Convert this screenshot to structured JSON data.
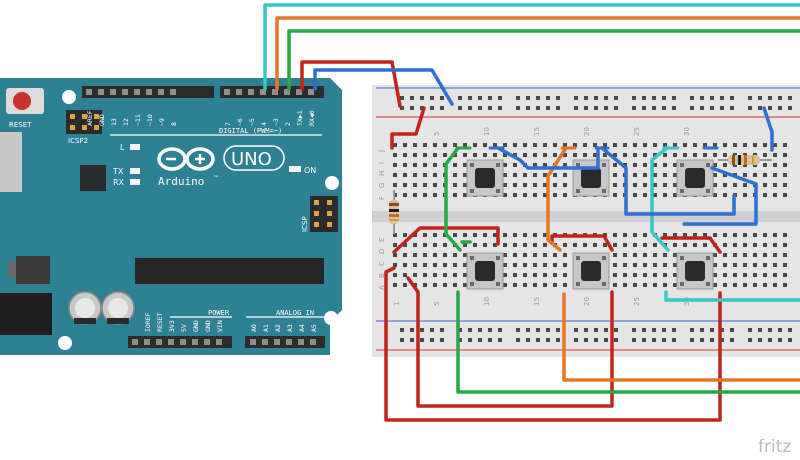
{
  "arduino": {
    "reset_label": "RESET",
    "icsp2_label": "ICSP2",
    "icsp_label": "ICSP",
    "brand_label": "Arduino",
    "trademark": "™",
    "model_label": "UNO",
    "digital_header_label": "DIGITAL (PWM=~)",
    "l_led_label": "L",
    "tx_label": "TX",
    "rx_label": "RX",
    "on_label": "ON",
    "power_label": "POWER",
    "analog_label": "ANALOG IN",
    "digital_pins": [
      "AREF",
      "GND",
      "13",
      "12",
      "~11",
      "~10",
      "~9",
      "8",
      "7",
      "~6",
      "~5",
      "4",
      "~3",
      "2",
      "TX▶1",
      "RX◀0"
    ],
    "power_pins": [
      "IOREF",
      "RESET",
      "3V3",
      "5V",
      "GND",
      "GND",
      "VIN"
    ],
    "analog_pins": [
      "A0",
      "A1",
      "A2",
      "A3",
      "A4",
      "A5"
    ],
    "colors": {
      "board": "#2e8193",
      "silk": "#ffffff",
      "header": "#2b2b2b"
    }
  },
  "breadboard": {
    "column_numbers": [
      "1",
      "5",
      "10",
      "15",
      "20",
      "25",
      "30"
    ],
    "row_letters_top": [
      "J",
      "I",
      "H",
      "G",
      "F"
    ],
    "row_letters_bottom": [
      "E",
      "D",
      "C",
      "B",
      "A"
    ],
    "colors": {
      "body": "#e5e5e5",
      "rail_red": "#d2362f",
      "rail_blue": "#3a5fcf"
    }
  },
  "wire_colors": {
    "cyan": "#38c6c6",
    "orange": "#e0782a",
    "green": "#27a844",
    "blue": "#2f6fd1",
    "red": "#c0241c"
  },
  "watermark": "fritz"
}
